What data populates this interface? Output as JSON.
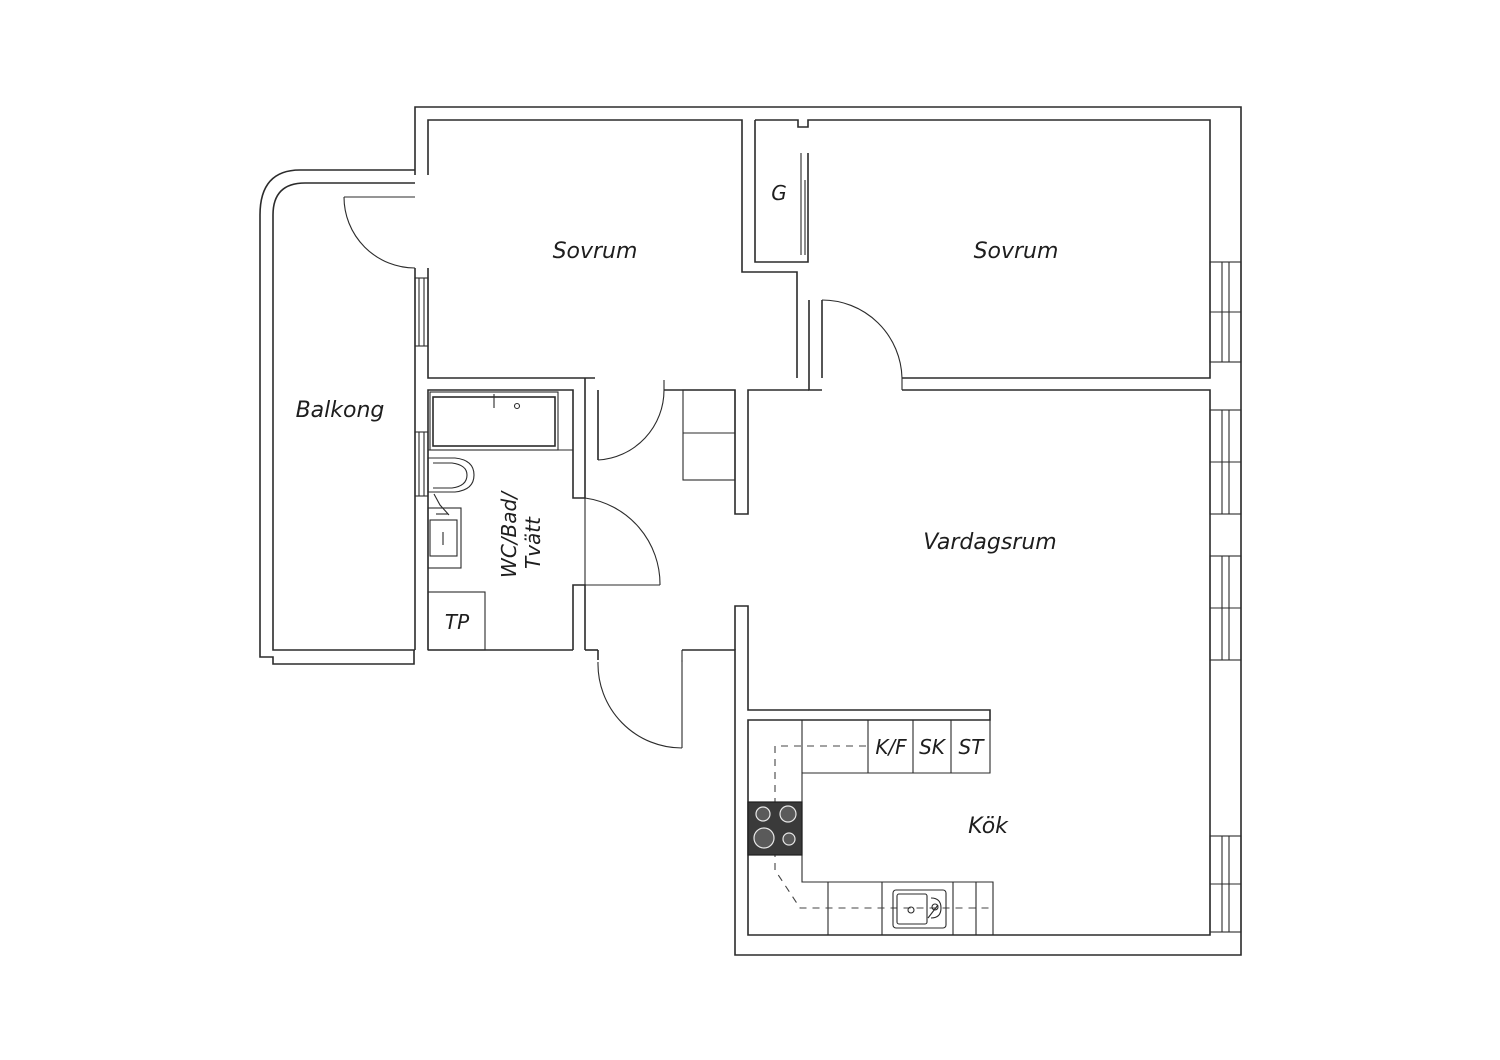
{
  "rooms": {
    "bedroom_left": "Sovrum",
    "bedroom_right": "Sovrum",
    "closet": "G",
    "balcony": "Balkong",
    "bathroom_line1": "WC/Bad/",
    "bathroom_line2": "Tvätt",
    "dryer": "TP",
    "living_room": "Vardagsrum",
    "kitchen": "Kök"
  },
  "appliances": {
    "fridge_freezer": "K/F",
    "cabinet": "SK",
    "stove_cabinet": "ST"
  },
  "colors": {
    "line": "#2b2b2b",
    "stove": "#3a3a3a",
    "background": "#ffffff"
  }
}
